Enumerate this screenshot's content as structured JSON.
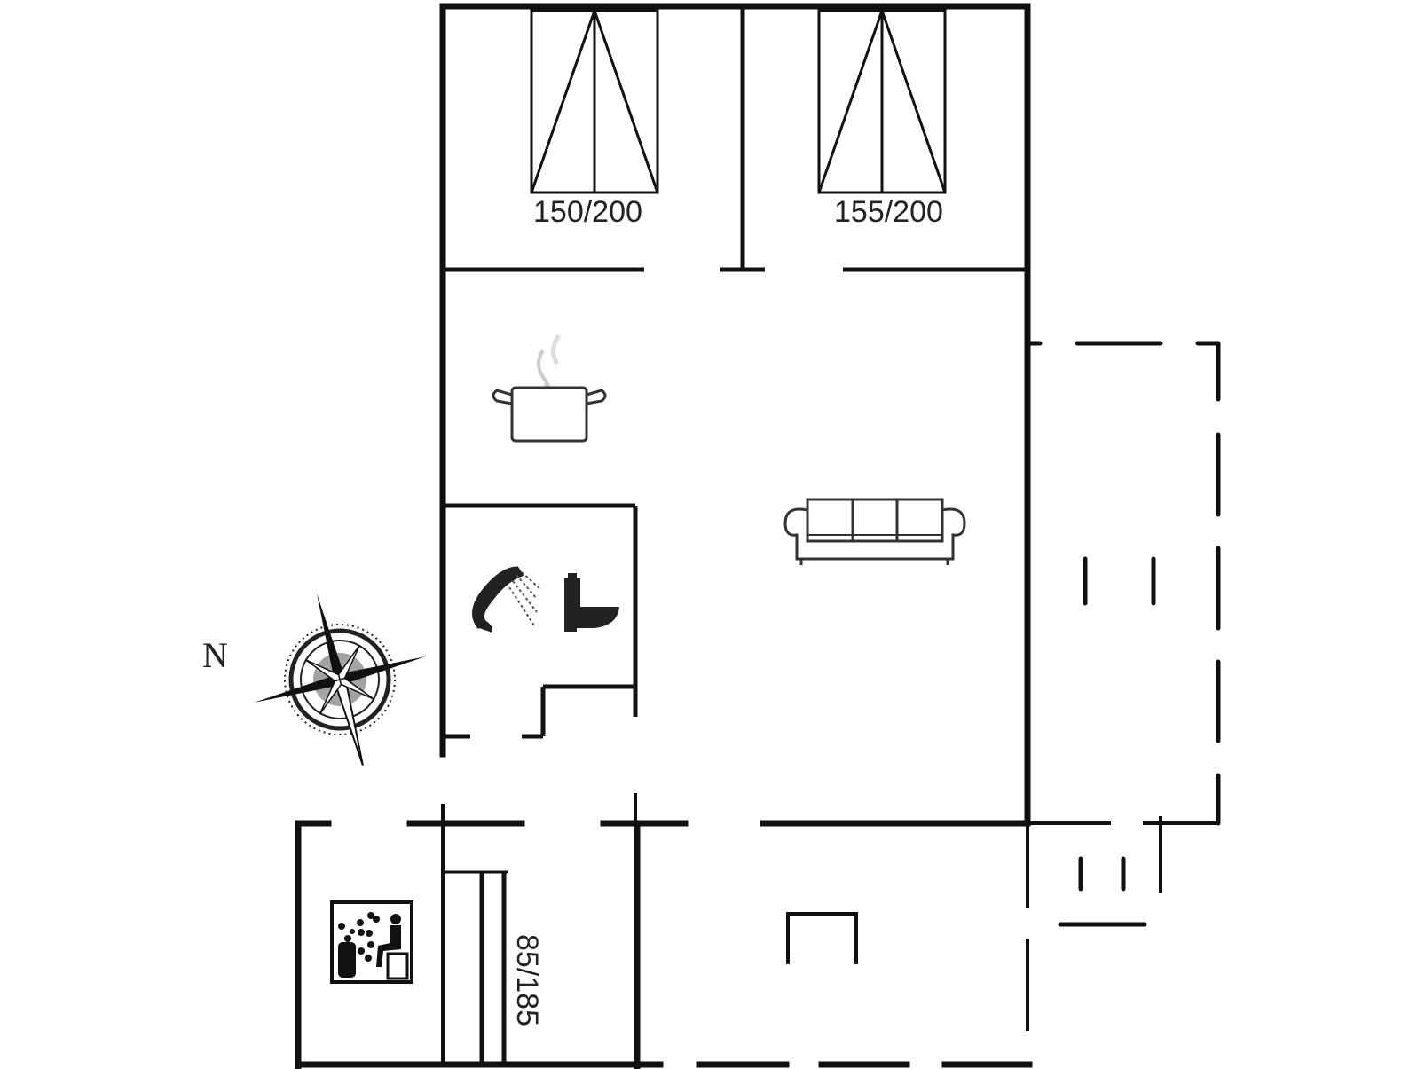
{
  "plan": {
    "type": "floor-plan",
    "compass": {
      "label": "N"
    },
    "beds": [
      {
        "id": "bed-1",
        "size_label": "150/200"
      },
      {
        "id": "bed-2",
        "size_label": "155/200"
      },
      {
        "id": "bed-3",
        "size_label": "85/185"
      }
    ],
    "rooms": [
      {
        "id": "bedroom-1",
        "icon": "double-bed"
      },
      {
        "id": "bedroom-2",
        "icon": "double-bed"
      },
      {
        "id": "kitchen",
        "icon": "cooking-pot-icon"
      },
      {
        "id": "living-room",
        "icon": "sofa-icon"
      },
      {
        "id": "bathroom",
        "icon": "shower-icon, toilet-icon"
      },
      {
        "id": "sauna",
        "icon": "sauna-icon"
      },
      {
        "id": "terrace",
        "icon": "dashed-outline"
      }
    ],
    "colors": {
      "line": "#111111",
      "background": "#ffffff"
    }
  }
}
